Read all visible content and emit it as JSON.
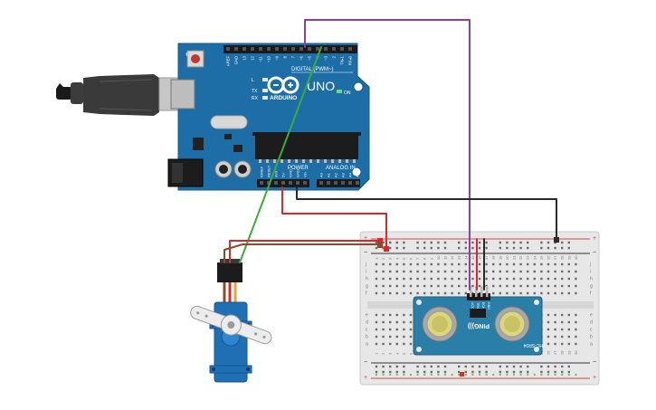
{
  "arduino": {
    "brand": "ARDUINO",
    "model": "UNO",
    "digital_label": "DIGITAL (PWM~)",
    "power_label": "POWER",
    "analog_label": "ANALOG IN",
    "on_label": "ON",
    "led_labels": [
      "L",
      "TX",
      "RX"
    ],
    "digital_pins": [
      "AREF",
      "GND",
      "13",
      "12",
      "~11",
      "~10",
      "~9",
      "8",
      "7",
      "~6",
      "~5",
      "4",
      "~3",
      "2",
      "TX▸1",
      "RX◂0"
    ],
    "power_pins": [
      "IOREF",
      "RESET",
      "3V3",
      "5V",
      "GND",
      "GND",
      "Vin"
    ],
    "analog_pins": [
      "A0",
      "A1",
      "A2",
      "A3",
      "A4",
      "A5"
    ]
  },
  "breadboard": {
    "column_numbers": [
      "1",
      "2",
      "3",
      "4",
      "5",
      "6",
      "7",
      "8",
      "9",
      "10",
      "11",
      "12",
      "13",
      "14",
      "15",
      "16",
      "17",
      "18",
      "19",
      "20",
      "21",
      "22",
      "23",
      "24",
      "25",
      "26",
      "27",
      "28",
      "29",
      "30"
    ],
    "top_row_letters": [
      "j",
      "i",
      "h",
      "g",
      "f"
    ],
    "bottom_row_letters": [
      "e",
      "d",
      "c",
      "b",
      "a"
    ],
    "rail_plus": "+",
    "rail_minus": "−"
  },
  "sensor": {
    "model": "HC-SR04",
    "pin_labels": [
      "VCC",
      "TRIG",
      "ECHO",
      "GND"
    ],
    "mirror_label": "PING)))"
  },
  "colors": {
    "board": "#1d6ea7",
    "board_dark": "#155a8a",
    "breadboard": "#e6e6e6",
    "wire_purple": "#8b3f9e",
    "wire_green": "#3aad3a",
    "wire_red": "#d42a2a",
    "wire_black": "#2a2a2a",
    "wire_brown": "#8b4a2b",
    "servo": "#1f6fb5",
    "sensor": "#2a7fa8"
  }
}
